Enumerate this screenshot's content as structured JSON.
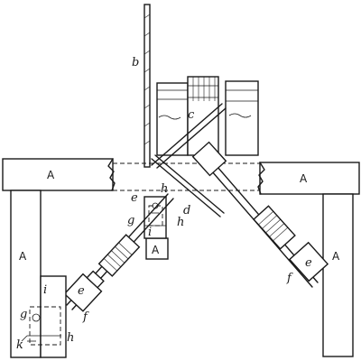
{
  "labels": {
    "beam_left": "A",
    "beam_right": "A",
    "post_left": "A",
    "post_right": "A",
    "block_center": "A",
    "b": "b",
    "c": "c",
    "d": "d",
    "e_center": "e",
    "e_left": "e",
    "e_right": "e",
    "f_left": "f",
    "f_right": "f",
    "g_center": "g",
    "g_left": "g",
    "h_center": "h",
    "h_left": "h",
    "h_top": "h",
    "i_center": "i",
    "i_left": "i",
    "k": "k"
  }
}
